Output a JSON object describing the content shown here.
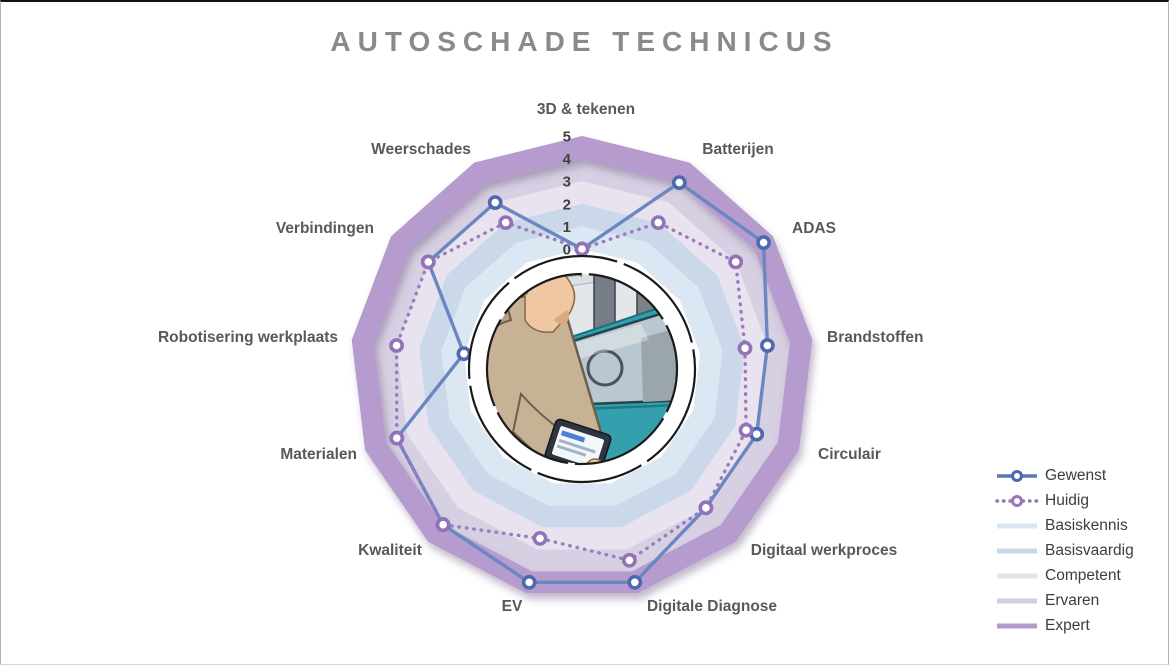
{
  "title": "AUTOSCHADE TECHNICUS",
  "chart_data": {
    "type": "radar",
    "categories": [
      "3D & tekenen",
      "Batterijen",
      "ADAS",
      "Brandstoffen",
      "Circulair",
      "Digitaal werkproces",
      "Digitale Diagnose",
      "EV",
      "Kwaliteit",
      "Materialen",
      "Robotisering werkplaats",
      "Verbindingen",
      "Weerschades"
    ],
    "series": [
      {
        "name": "Gewenst",
        "values": [
          0,
          4,
          4.5,
          3,
          3,
          3,
          4.5,
          4.5,
          4,
          3.5,
          0,
          3,
          3
        ]
      },
      {
        "name": "Huidig",
        "values": [
          0,
          2,
          3,
          2,
          2.5,
          3,
          3.5,
          2.5,
          4,
          3.5,
          3,
          3,
          2
        ]
      }
    ],
    "bands": [
      {
        "name": "Basiskennis",
        "range": [
          0,
          1
        ],
        "color": "#dbe7f2"
      },
      {
        "name": "Basisvaardig",
        "range": [
          1,
          2
        ],
        "color": "#cbd8e9"
      },
      {
        "name": "Competent",
        "range": [
          2,
          3
        ],
        "color": "#e9e3f0"
      },
      {
        "name": "Ervaren",
        "range": [
          3,
          4
        ],
        "color": "#d7d0e2"
      },
      {
        "name": "Expert",
        "range": [
          4,
          5
        ],
        "color": "#b59bce"
      }
    ],
    "axis": {
      "min": 0,
      "max": 5,
      "ticks": [
        "0",
        "1",
        "2",
        "3",
        "4",
        "5"
      ]
    },
    "legend_position": "right"
  },
  "legend": {
    "items": [
      {
        "label": "Gewenst",
        "swatch": "line-marker",
        "color": "#5977b5",
        "marker": "#4c67ab"
      },
      {
        "label": "Huidig",
        "swatch": "dotted-marker",
        "color": "#9678bb",
        "marker": "#9678bb"
      },
      {
        "label": "Basiskennis",
        "swatch": "band",
        "color": "#d9e5f1"
      },
      {
        "label": "Basisvaardig",
        "swatch": "band",
        "color": "#c9d7e8"
      },
      {
        "label": "Competent",
        "swatch": "band",
        "color": "#e7e1ee"
      },
      {
        "label": "Ervaren",
        "swatch": "band",
        "color": "#d4cde0"
      },
      {
        "label": "Expert",
        "swatch": "band",
        "color": "#b49acd"
      }
    ]
  },
  "colors": {
    "gewenst_line": "#6b87c0",
    "gewenst_marker": "#4f69ae",
    "huidig_line": "#9a7cc0",
    "huidig_marker": "#9273b8",
    "tick_text": "#404040",
    "category_text": "#595959",
    "title_text": "#8a8a8a"
  },
  "center_image": {
    "alt": "Autoschade technicus met tablet bij auto"
  }
}
